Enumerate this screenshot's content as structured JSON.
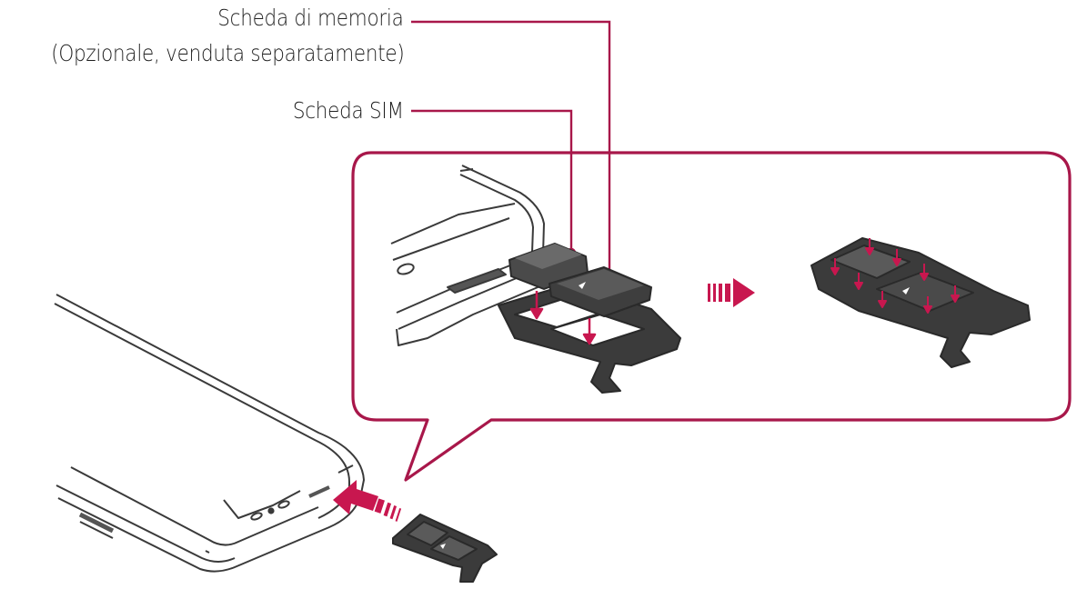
{
  "labels": {
    "memory_card": "Scheda di memoria",
    "memory_card_note": "(Opzionale, venduta separatamente)",
    "sim_card": "Scheda SIM"
  },
  "colors": {
    "callout": "#a8174a",
    "leader_line": "#a8174a",
    "arrow": "#c8174f",
    "device_outline": "#3a3a3a",
    "tray_fill": "#3b3b3b"
  }
}
